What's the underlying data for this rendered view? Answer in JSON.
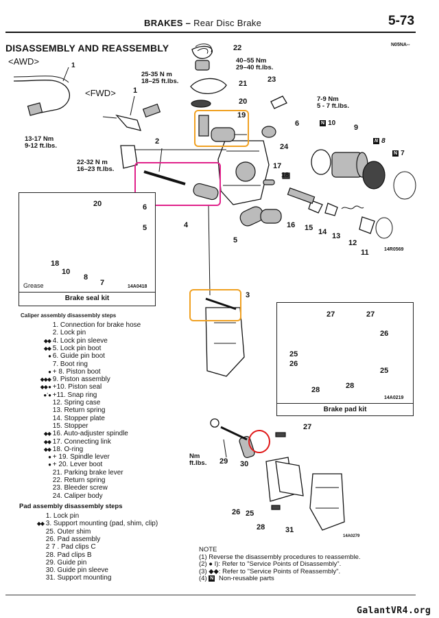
{
  "header": {
    "section": "BRAKES –",
    "subsection": "Rear Disc Brake",
    "page": "5-73",
    "code": "N05NA--"
  },
  "title": "DISASSEMBLY AND REASSEMBLY",
  "labels": {
    "awd": "<AWD>",
    "fwd": "<FWD>"
  },
  "torques": {
    "t1": "40–55 Nm\n29–40 ft.lbs.",
    "t2": "25-35 N m\n18–25 ft.lbs.",
    "t3": "7-9 Nm\n5 - 7 ft.lbs.",
    "t4": "13-17 Nm\n9-12 ft.lbs.",
    "t5": "22-32 N m\n16–23 ft.lbs.",
    "t6": "Nm\nft.lbs."
  },
  "callouts": {
    "c1": "1",
    "c1b": "1",
    "c2": "2",
    "c3": "3",
    "c4": "4",
    "c5": "5",
    "c5b": "5",
    "c6": "6",
    "c6b": "6",
    "c7": "7",
    "c7b": "7",
    "c8": "8",
    "c9": "9",
    "c10": "10",
    "c10b": "10",
    "c11": "11",
    "c12": "12",
    "c13": "13",
    "c14": "14",
    "c15": "15",
    "c16": "16",
    "c17": "17",
    "c18": "18",
    "c18b": "18",
    "c19": "19",
    "c20": "20",
    "c20b": "20",
    "c21": "21",
    "c22": "22",
    "c23": "23",
    "c24": "24",
    "c25a": "25",
    "c25b": "25",
    "c25c": "25",
    "c26a": "26",
    "c26b": "26",
    "c26c": "26",
    "c27a": "27",
    "c27b": "27",
    "c27c": "27",
    "c28a": "28",
    "c28b": "28",
    "c28c": "28",
    "c29": "29",
    "c30": "30",
    "c31": "31",
    "n10": "10",
    "n8": "8",
    "n7": "7",
    "nbox": "N"
  },
  "figure_codes": {
    "main": "14R0569",
    "seal": "14A0418",
    "pad": "14A0219",
    "support": "14A0279"
  },
  "panels": {
    "seal_kit": "Brake seal kit",
    "pad_kit": "Brake pad kit",
    "grease": "Grease"
  },
  "caliper_steps_heading": "Caliper assembly disassembly steps",
  "caliper_steps": [
    {
      "mark": "",
      "text": "1. Connection for brake hose"
    },
    {
      "mark": "",
      "text": "2. Lock pin"
    },
    {
      "mark": "◆◆",
      "text": "4. Lock pin sleeve"
    },
    {
      "mark": "◆◆",
      "text": "5. Lock pin boot"
    },
    {
      "mark": "●",
      "text": "6. Guide pin boot"
    },
    {
      "mark": "",
      "text": "7. Boot ring"
    },
    {
      "mark": "●",
      "text": "+ 8. Piston boot"
    },
    {
      "mark": "◆◆◆",
      "text": "9. Piston assembly"
    },
    {
      "mark": "◆◆ ●",
      "text": "+10. Piston seal"
    },
    {
      "mark": "● ' ●",
      "text": "+11. Snap ring"
    },
    {
      "mark": "",
      "text": "12. Spring case"
    },
    {
      "mark": "",
      "text": "13. Return spring"
    },
    {
      "mark": "",
      "text": "14. Stopper plate"
    },
    {
      "mark": "",
      "text": "15. Stopper"
    },
    {
      "mark": "◆◆",
      "text": "16. Auto-adjuster spindle"
    },
    {
      "mark": "◆◆",
      "text": "17. Connecting link"
    },
    {
      "mark": "◆◆",
      "text": "18. O-ring"
    },
    {
      "mark": "●",
      "text": "+ 19. Spindle lever"
    },
    {
      "mark": "●",
      "text": "+ 20. Lever boot"
    },
    {
      "mark": "",
      "text": "21. Parking brake lever"
    },
    {
      "mark": "",
      "text": "22. Return spring"
    },
    {
      "mark": "",
      "text": "23. Bleeder screw"
    },
    {
      "mark": "",
      "text": "24. Caliper body"
    }
  ],
  "pad_steps_heading": "Pad assembly disassembly steps",
  "pad_steps": [
    {
      "mark": "",
      "text": "1. Lock pin"
    },
    {
      "mark": "◆◆",
      "text": "3. Support mounting (pad, shim, clip)"
    },
    {
      "mark": "",
      "text": "25. Outer shim"
    },
    {
      "mark": "",
      "text": "26. Pad assembly"
    },
    {
      "mark": "",
      "text": "2 7 . Pad clips C"
    },
    {
      "mark": "",
      "text": "28. Pad clips B"
    },
    {
      "mark": "",
      "text": "29. Guide pin"
    },
    {
      "mark": "",
      "text": "30. Guide pin sleeve"
    },
    {
      "mark": "",
      "text": "31. Support mounting"
    }
  ],
  "note": {
    "heading": "NOTE",
    "l1": "(1) Reverse the disassembly procedures to reassemble.",
    "l2": "(2) ● I): Refer to \"Service Points of Disassembly\".",
    "l3": "(3) ◆◆: Refer to \"Service Points of Reassembly\".",
    "l4": "Non-reusable parts",
    "l4prefix": "(4)"
  },
  "site": "GalantVR4.org"
}
